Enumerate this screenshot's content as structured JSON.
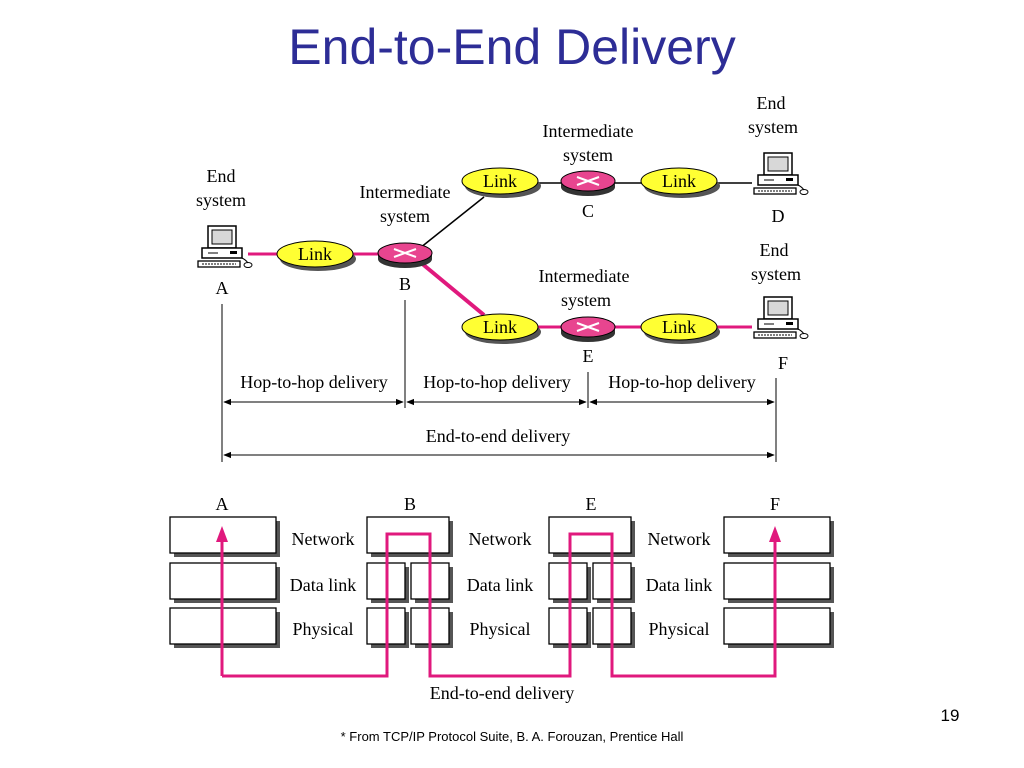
{
  "slide": {
    "title": "End-to-End Delivery",
    "page_number": "19",
    "footnote": "* From TCP/IP Protocol Suite, B. A. Forouzan, Prentice Hall"
  },
  "topology": {
    "end_system_label": "End",
    "end_system_label_2": "system",
    "intermediate_label": "Intermediate",
    "intermediate_label_2": "system",
    "link_label": "Link",
    "nodes": {
      "a": "A",
      "b": "B",
      "c": "C",
      "d": "D",
      "e": "E",
      "f": "F"
    },
    "hop1": "Hop-to-hop delivery",
    "hop2": "Hop-to-hop delivery",
    "hop3": "Hop-to-hop delivery",
    "end_to_end": "End-to-end delivery"
  },
  "layers": {
    "columns": [
      "A",
      "B",
      "E",
      "F"
    ],
    "network": "Network",
    "data_link": "Data link",
    "physical": "Physical",
    "end_to_end": "End-to-end delivery"
  },
  "colors": {
    "title": "#2d2d96",
    "path": "#e0197d",
    "link_fill": "#ffff33",
    "router_fill": "#e8458f"
  }
}
